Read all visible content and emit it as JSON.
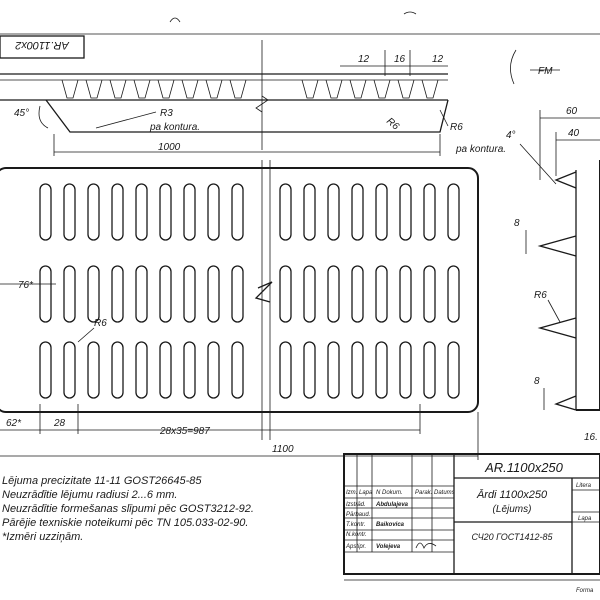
{
  "colors": {
    "ink": "#1a1a1a",
    "paper": "#ffffff"
  },
  "top_view": {
    "rotated_code": "AR.1100x2",
    "dims": {
      "d12_left": "12",
      "d16": "16",
      "d12_right": "12",
      "angle_45": "45°",
      "r3": "R3",
      "pa_kontura_1": "pa kontura.",
      "r6_top": "R6",
      "r6_right": "R6",
      "len_1000": "1000"
    }
  },
  "plan_view": {
    "dims": {
      "d76": "76*",
      "r6": "R6",
      "d62": "62*",
      "d28": "28",
      "slots": "28x35=987",
      "len_1100": "1100"
    }
  },
  "section_view": {
    "dims": {
      "fm": "FM",
      "d60": "60",
      "d40": "40",
      "angle_4": "4°",
      "pa_kontura_2": "pa kontura.",
      "d8_top": "8",
      "r6": "R6",
      "d8_bottom": "8",
      "d16_partial": "16."
    }
  },
  "notes": [
    "Lējuma precizitate 11-11  GOST26645-85",
    "Neuzrādītie lējumu radiusi 2...6 mm.",
    "Neuzrādītie formešanas slīpumi pēc GOST3212-92.",
    "Pārējie texniskie noteikumi pēc TN 105.033-02-90.",
    "*Izmēri uzziņām."
  ],
  "title_block": {
    "code": "AR.1100x250",
    "title": "Ārdi 1100x250",
    "subtitle": "(Lējums)",
    "material": "СЧ20 ГОСТ1412-85",
    "headers": [
      "Izm.",
      "Lapa",
      "N Dokum.",
      "Parak.",
      "Datums"
    ],
    "roles": [
      "Izstrād.",
      "Pārbaud.",
      "T.kontr.",
      "N.kontr.",
      "Apstipr."
    ],
    "names": [
      "Abdulajeva",
      "Baikovica",
      "Volejeva"
    ],
    "litera": "Litera",
    "lapa": "Lapa",
    "format": "Forma"
  }
}
